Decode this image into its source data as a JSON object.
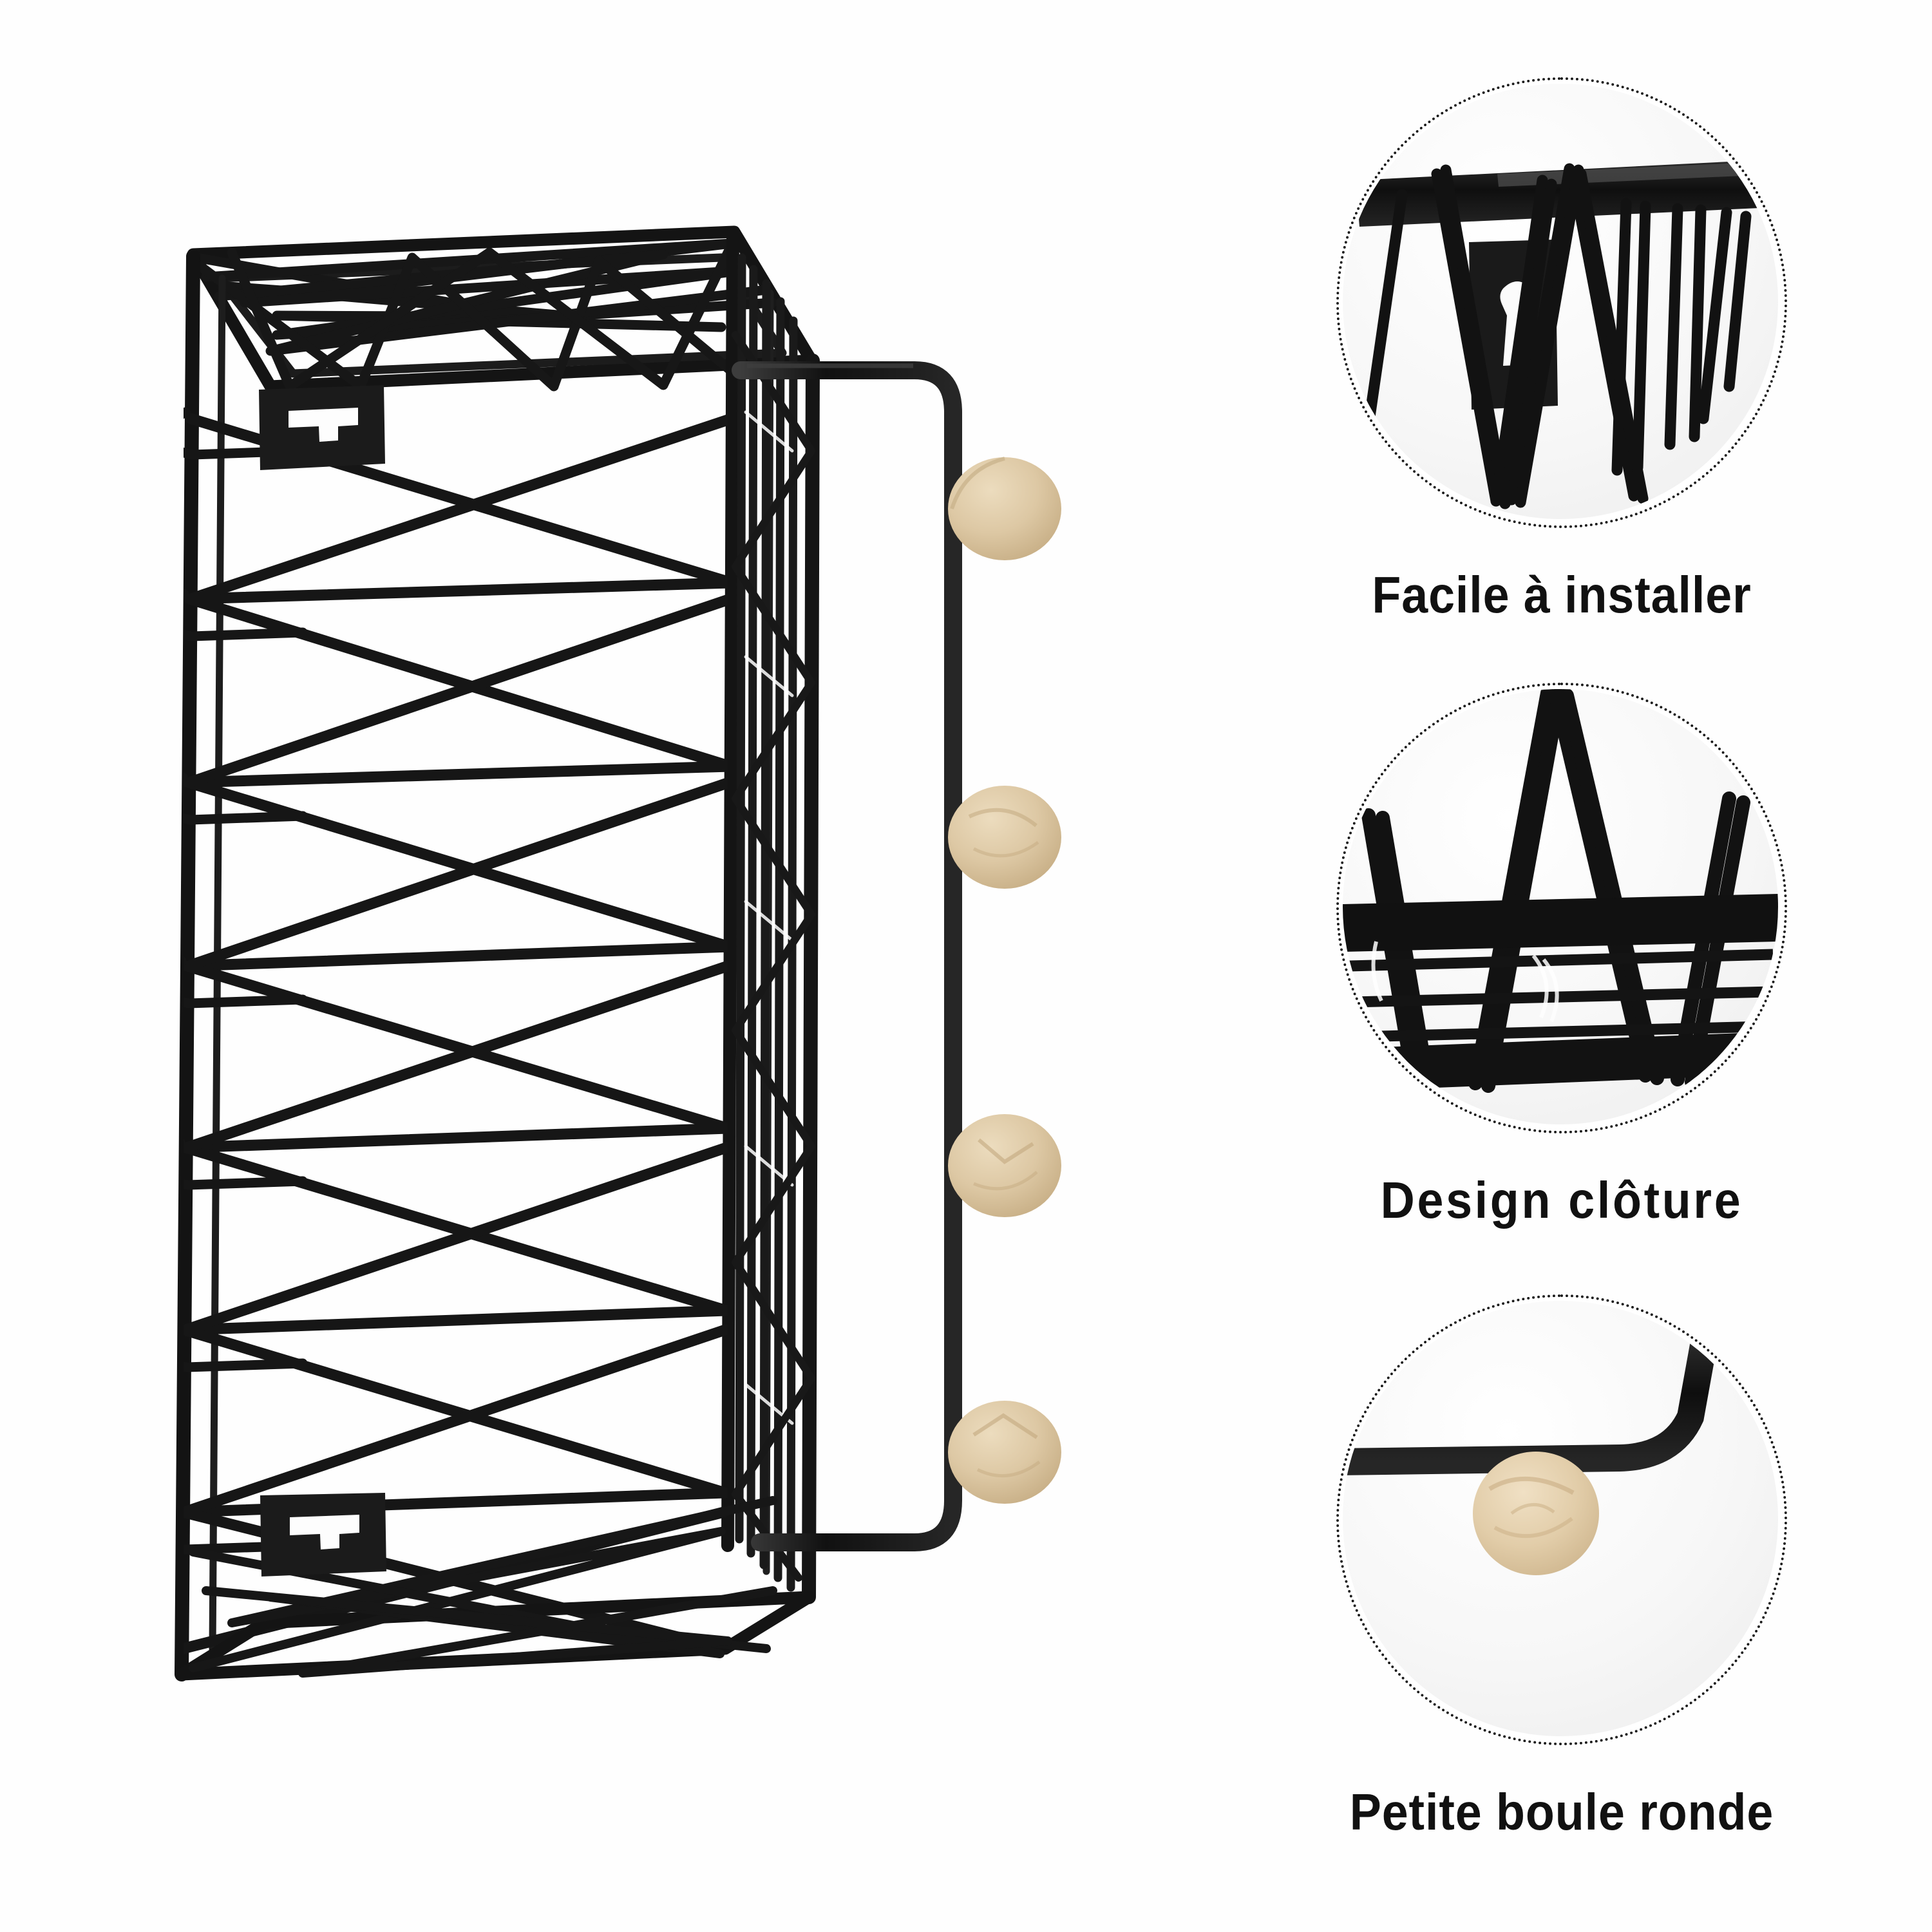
{
  "page": {
    "background_color": "#fefefe",
    "language": "fr",
    "layout": "product-infographic-two-column"
  },
  "product": {
    "name": "panier-mural-fil-metal-noir",
    "frame_color": "#151515",
    "knob_color": "#ddc8a4",
    "knob_shadow_color": "#c2ab84",
    "knob_count": 4,
    "bracket_count": 2,
    "description_visible": false
  },
  "features": [
    {
      "id": "facile-a-installer",
      "caption": "Facile à installer",
      "detail_subject": "keyhole-mounting-bracket-closeup",
      "circle_border_style": "dotted",
      "circle_border_color": "#1a1a1a"
    },
    {
      "id": "design-cloture",
      "caption": "Design clôture",
      "detail_subject": "fence-zigzag-wire-pattern-closeup",
      "circle_border_style": "dotted",
      "circle_border_color": "#1a1a1a"
    },
    {
      "id": "petite-boule-ronde",
      "caption": "Petite boule ronde",
      "detail_subject": "wooden-ball-knob-closeup",
      "circle_border_style": "dotted",
      "circle_border_color": "#1a1a1a"
    }
  ],
  "colors": {
    "metal_black": "#151515",
    "metal_highlight": "#4a4a4a",
    "wood_beige": "#ddc8a4",
    "wood_beige_dark": "#c9b188",
    "text_black": "#111111",
    "background_white": "#fefefe"
  }
}
